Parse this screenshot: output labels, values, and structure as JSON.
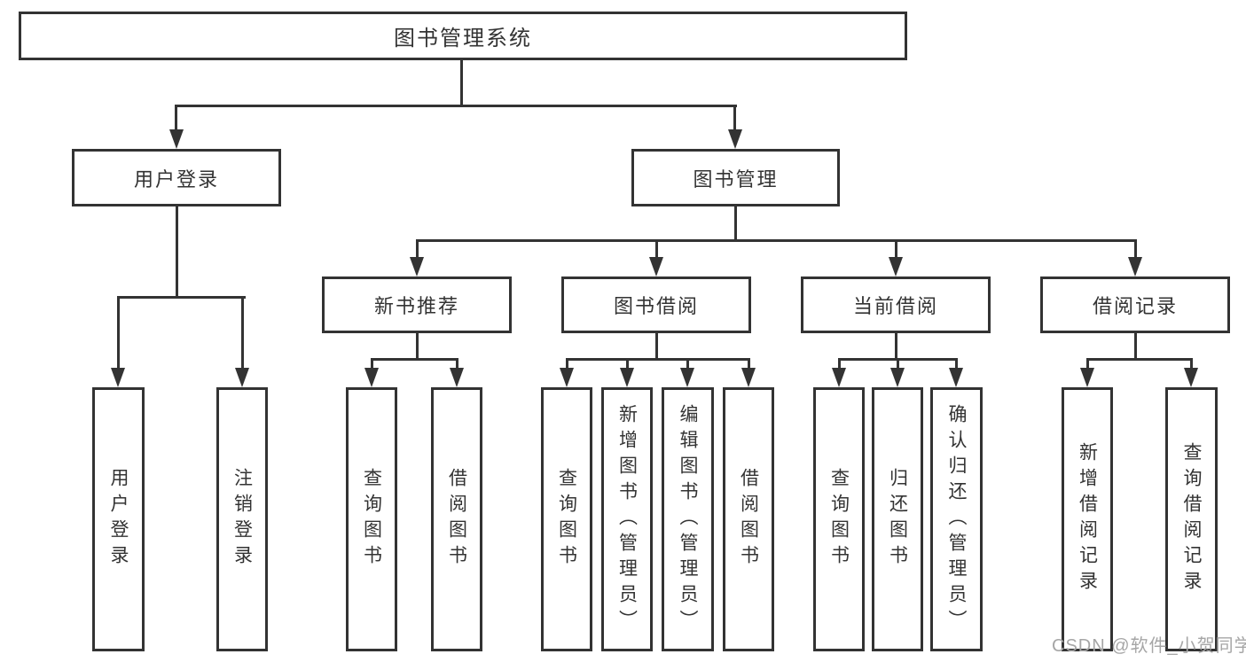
{
  "diagram": {
    "root": {
      "label": "图书管理系统"
    },
    "branches": [
      {
        "label": "用户登录",
        "children": [
          {
            "label": "用户登录"
          },
          {
            "label": "注销登录"
          }
        ]
      },
      {
        "label": "图书管理",
        "children": [
          {
            "label": "新书推荐",
            "children": [
              {
                "label": "查询图书"
              },
              {
                "label": "借阅图书"
              }
            ]
          },
          {
            "label": "图书借阅",
            "children": [
              {
                "label": "查询图书"
              },
              {
                "label": "新增图书（管理员）"
              },
              {
                "label": "编辑图书（管理员）"
              },
              {
                "label": "借阅图书"
              }
            ]
          },
          {
            "label": "当前借阅",
            "children": [
              {
                "label": "查询图书"
              },
              {
                "label": "归还图书"
              },
              {
                "label": "确认归还（管理员）"
              }
            ]
          },
          {
            "label": "借阅记录",
            "children": [
              {
                "label": "新增借阅记录"
              },
              {
                "label": "查询借阅记录"
              }
            ]
          }
        ]
      }
    ]
  },
  "watermark": {
    "text": "CSDN @软件_小贺同学"
  },
  "colors": {
    "line": "#333333",
    "text": "#333333",
    "watermark": "#a6a6a6",
    "background": "#ffffff"
  }
}
